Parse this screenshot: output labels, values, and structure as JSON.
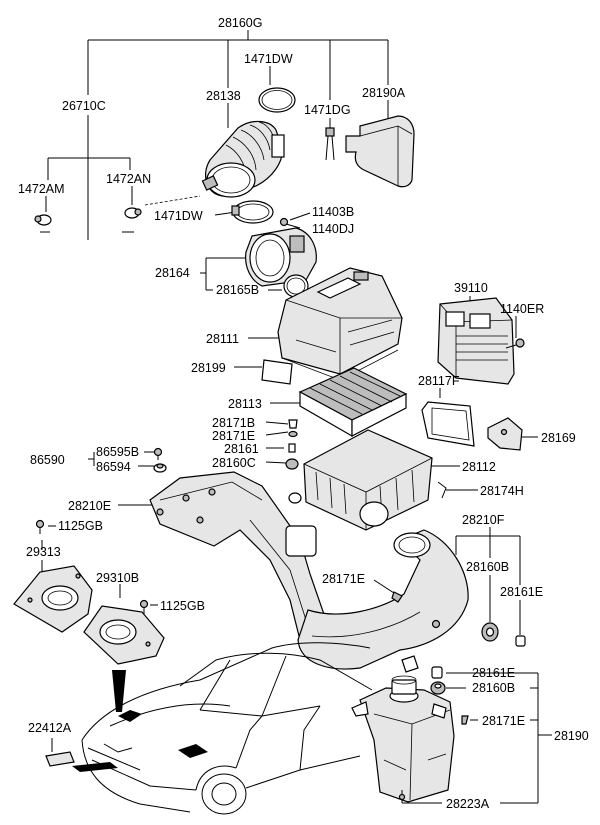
{
  "labels": {
    "p28160G": "28160G",
    "p1471DW_top": "1471DW",
    "p28138": "28138",
    "p26710C": "26710C",
    "p1471DG": "1471DG",
    "p28190A": "28190A",
    "p1472AM": "1472AM",
    "p1472AN": "1472AN",
    "p1471DW_mid": "1471DW",
    "p11403B": "11403B",
    "p1140DJ": "1140DJ",
    "p28164": "28164",
    "p28165B": "28165B",
    "p39110": "39110",
    "p1140ER": "1140ER",
    "p28111": "28111",
    "p28199": "28199",
    "p28113": "28113",
    "p28117F": "28117F",
    "p28171B": "28171B",
    "p28171E_a": "28171E",
    "p28169": "28169",
    "p28161_a": "28161",
    "p86590": "86590",
    "p86595B": "86595B",
    "p28160C": "28160C",
    "p28112": "28112",
    "p86594": "86594",
    "p28174H": "28174H",
    "p28210E": "28210E",
    "p28210F": "28210F",
    "p1125GB_a": "1125GB",
    "p28160B_a": "28160B",
    "p29313": "29313",
    "p28171E_b": "28171E",
    "p28161E_a": "28161E",
    "p29310B": "29310B",
    "p1125GB_b": "1125GB",
    "p28161E_b": "28161E",
    "p28160B_b": "28160B",
    "p22412A": "22412A",
    "p28171E_c": "28171E",
    "p28190": "28190",
    "p28223A": "28223A"
  },
  "icons": {
    "air_cleaner": "air-cleaner-housing",
    "vehicle": "sedan-car-outline"
  }
}
